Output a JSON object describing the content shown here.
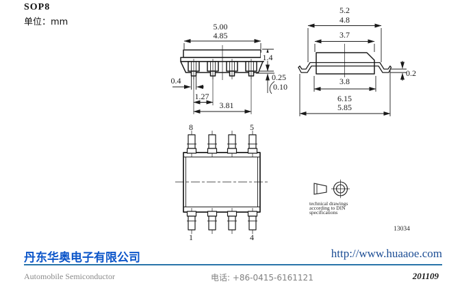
{
  "header": {
    "part": "SOP8",
    "unit": "单位：mm"
  },
  "drawings": {
    "side_view": {
      "dim_width_max": "5.00",
      "dim_width_min": "4.85",
      "dim_height": "1.4",
      "dim_standoff_max": "0.25",
      "dim_standoff_min": "0.10",
      "dim_lead_width": "0.4",
      "dim_pitch": "1.27",
      "dim_lead_span": "3.81"
    },
    "end_view": {
      "dim_overall_max": "5.2",
      "dim_overall_min": "4.8",
      "dim_body_top": "3.7",
      "dim_body_bottom": "3.8",
      "dim_foot_span_max": "6.15",
      "dim_foot_span_min": "5.85",
      "dim_lead_thickness": "0.2"
    },
    "top_view": {
      "pin_top_left": "8",
      "pin_top_right": "5",
      "pin_bottom_left": "1",
      "pin_bottom_right": "4"
    },
    "projection_note": {
      "line1": "technical drawings",
      "line2": "according to DIN",
      "line3": "specifications"
    },
    "doc_number": "13034"
  },
  "footer": {
    "company": "丹东华奥电子有限公司",
    "website": "http://www.huaaoe.com",
    "tagline": "Automobile Semiconductor",
    "phone": "电话: +86-0415-6161121",
    "issue_date": "201109"
  },
  "colors": {
    "company_blue": "#0b55c9",
    "link_blue": "#1c4d94",
    "rule_blue": "#2673a8",
    "ink": "#1a1a1a",
    "muted_gray": "#8a8a8a"
  }
}
